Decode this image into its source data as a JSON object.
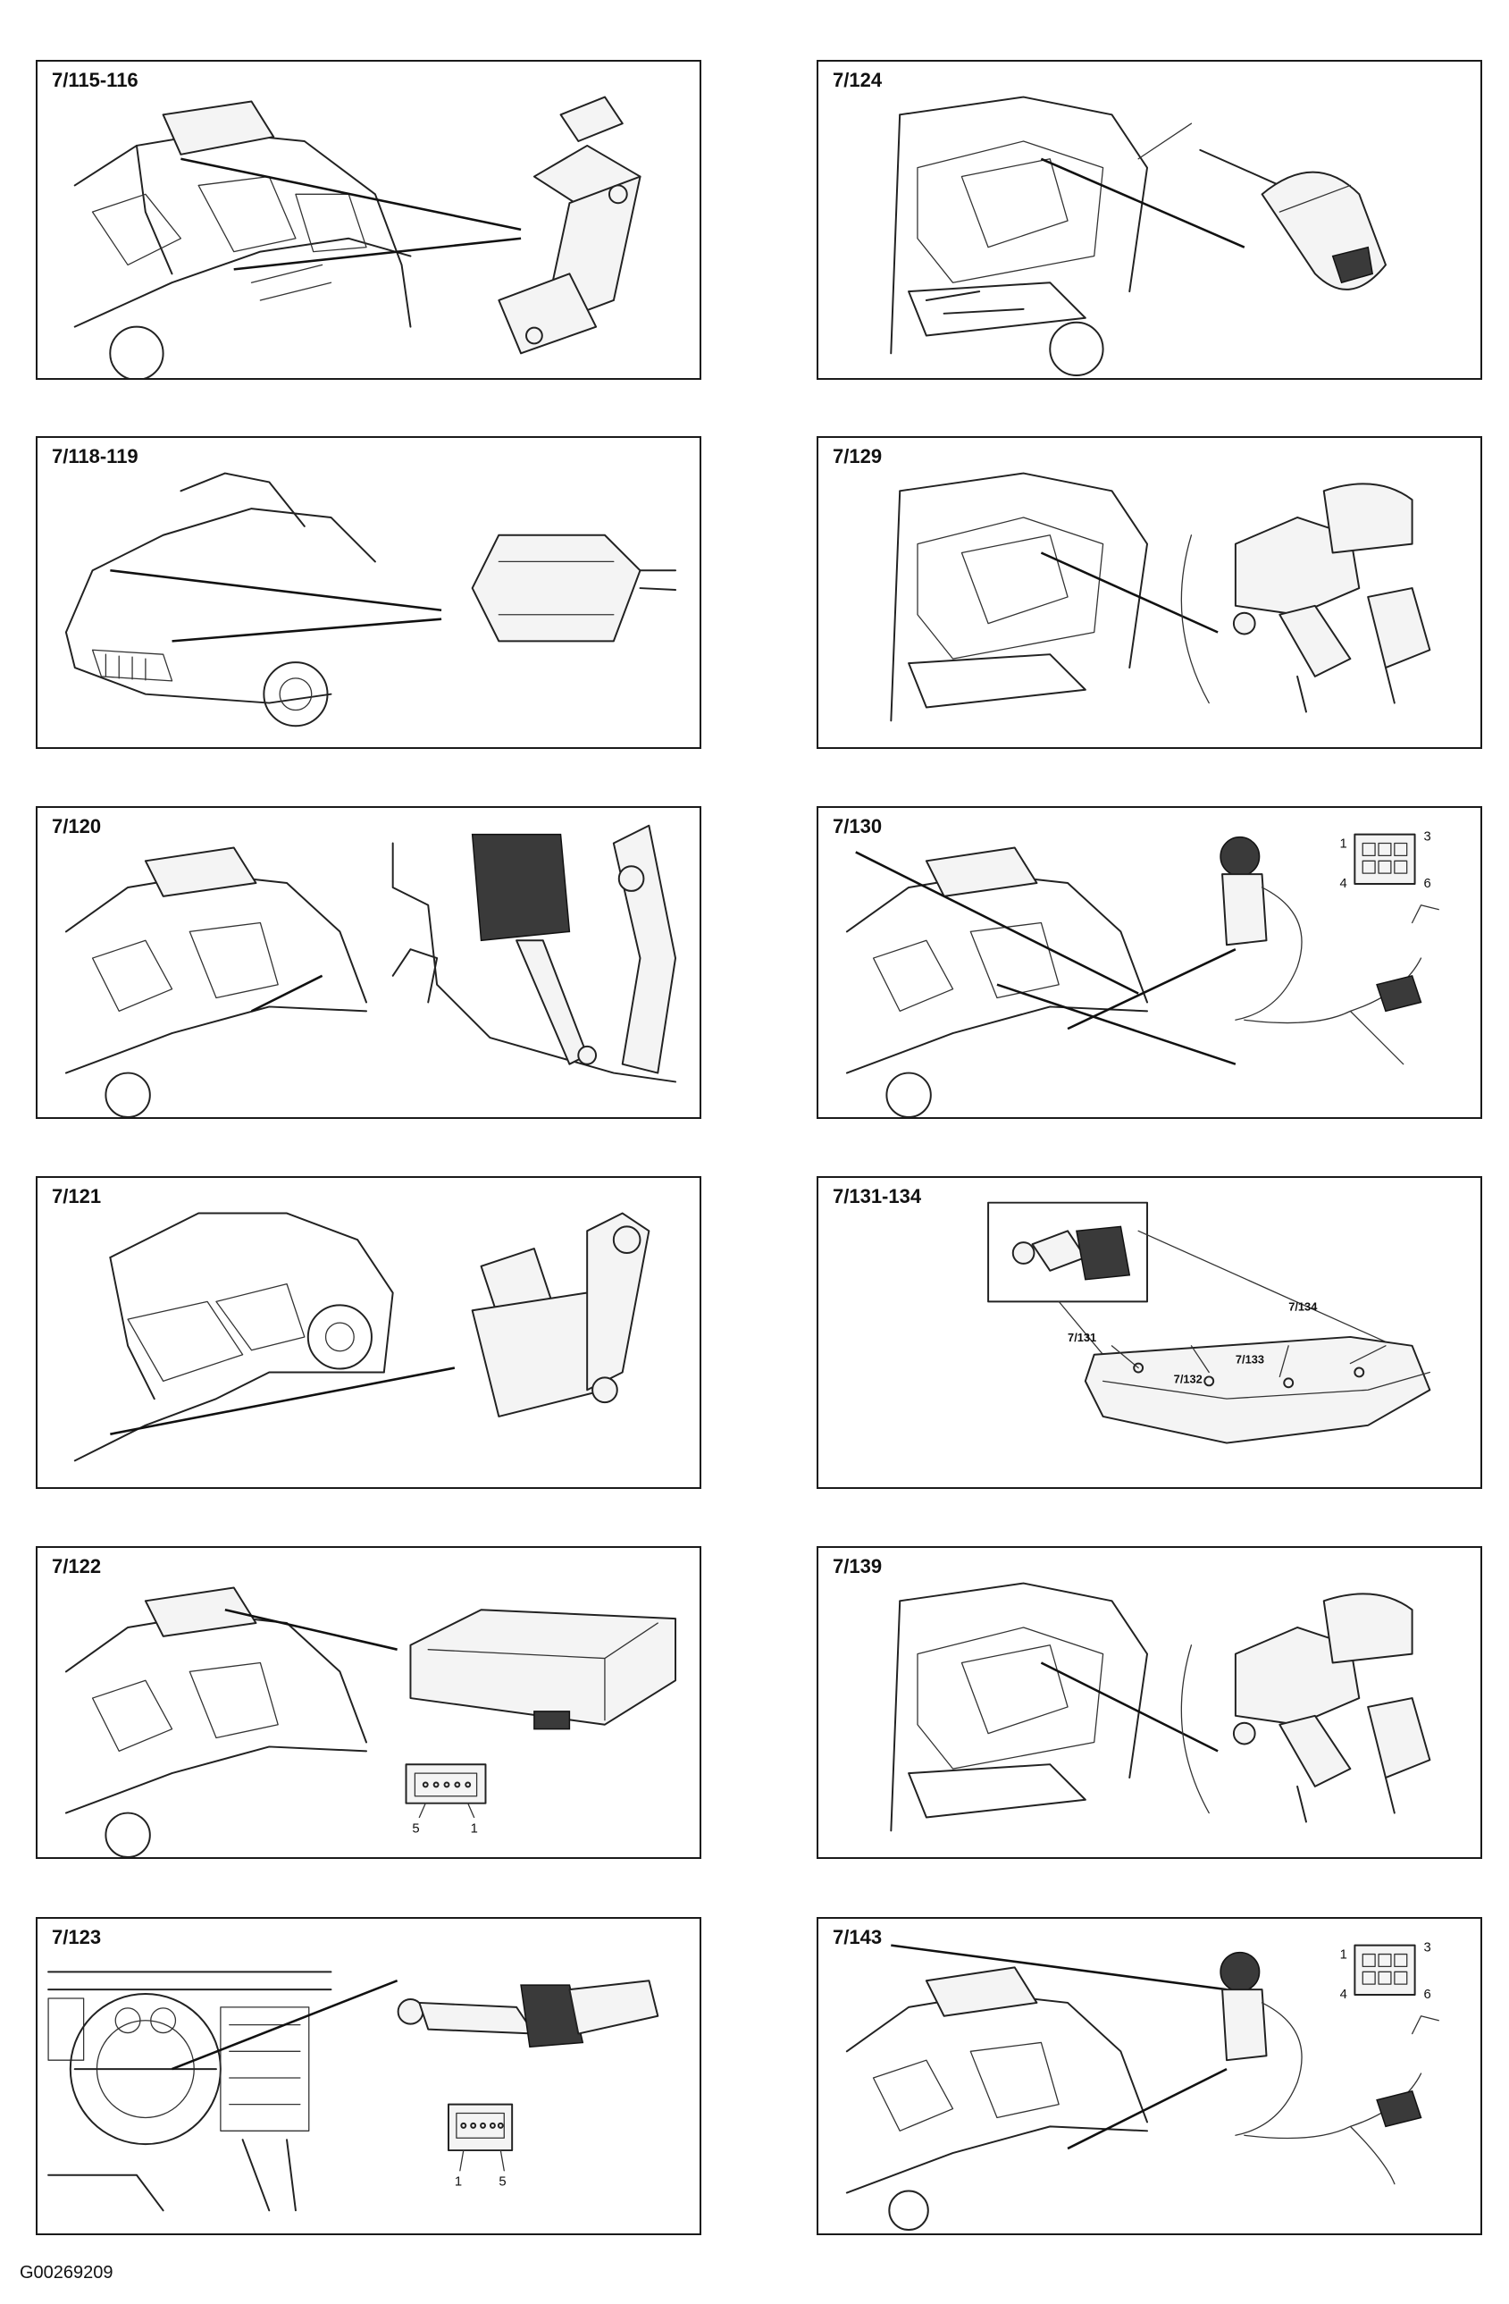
{
  "panels": [
    {
      "id": "p1",
      "label": "7/115-116"
    },
    {
      "id": "p2",
      "label": "7/124"
    },
    {
      "id": "p3",
      "label": "7/118-119"
    },
    {
      "id": "p4",
      "label": "7/129"
    },
    {
      "id": "p5",
      "label": "7/120"
    },
    {
      "id": "p6",
      "label": "7/130",
      "pins": [
        "1",
        "3",
        "4",
        "6"
      ]
    },
    {
      "id": "p7",
      "label": "7/121"
    },
    {
      "id": "p8",
      "label": "7/131-134",
      "callouts": [
        "7/131",
        "7/132",
        "7/133",
        "7/134"
      ]
    },
    {
      "id": "p9",
      "label": "7/122",
      "pins": [
        "5",
        "1"
      ]
    },
    {
      "id": "p10",
      "label": "7/139"
    },
    {
      "id": "p11",
      "label": "7/123",
      "pins": [
        "1",
        "5"
      ]
    },
    {
      "id": "p12",
      "label": "7/143",
      "pins": [
        "1",
        "3",
        "4",
        "6"
      ]
    }
  ],
  "figure_code": "G00269209"
}
